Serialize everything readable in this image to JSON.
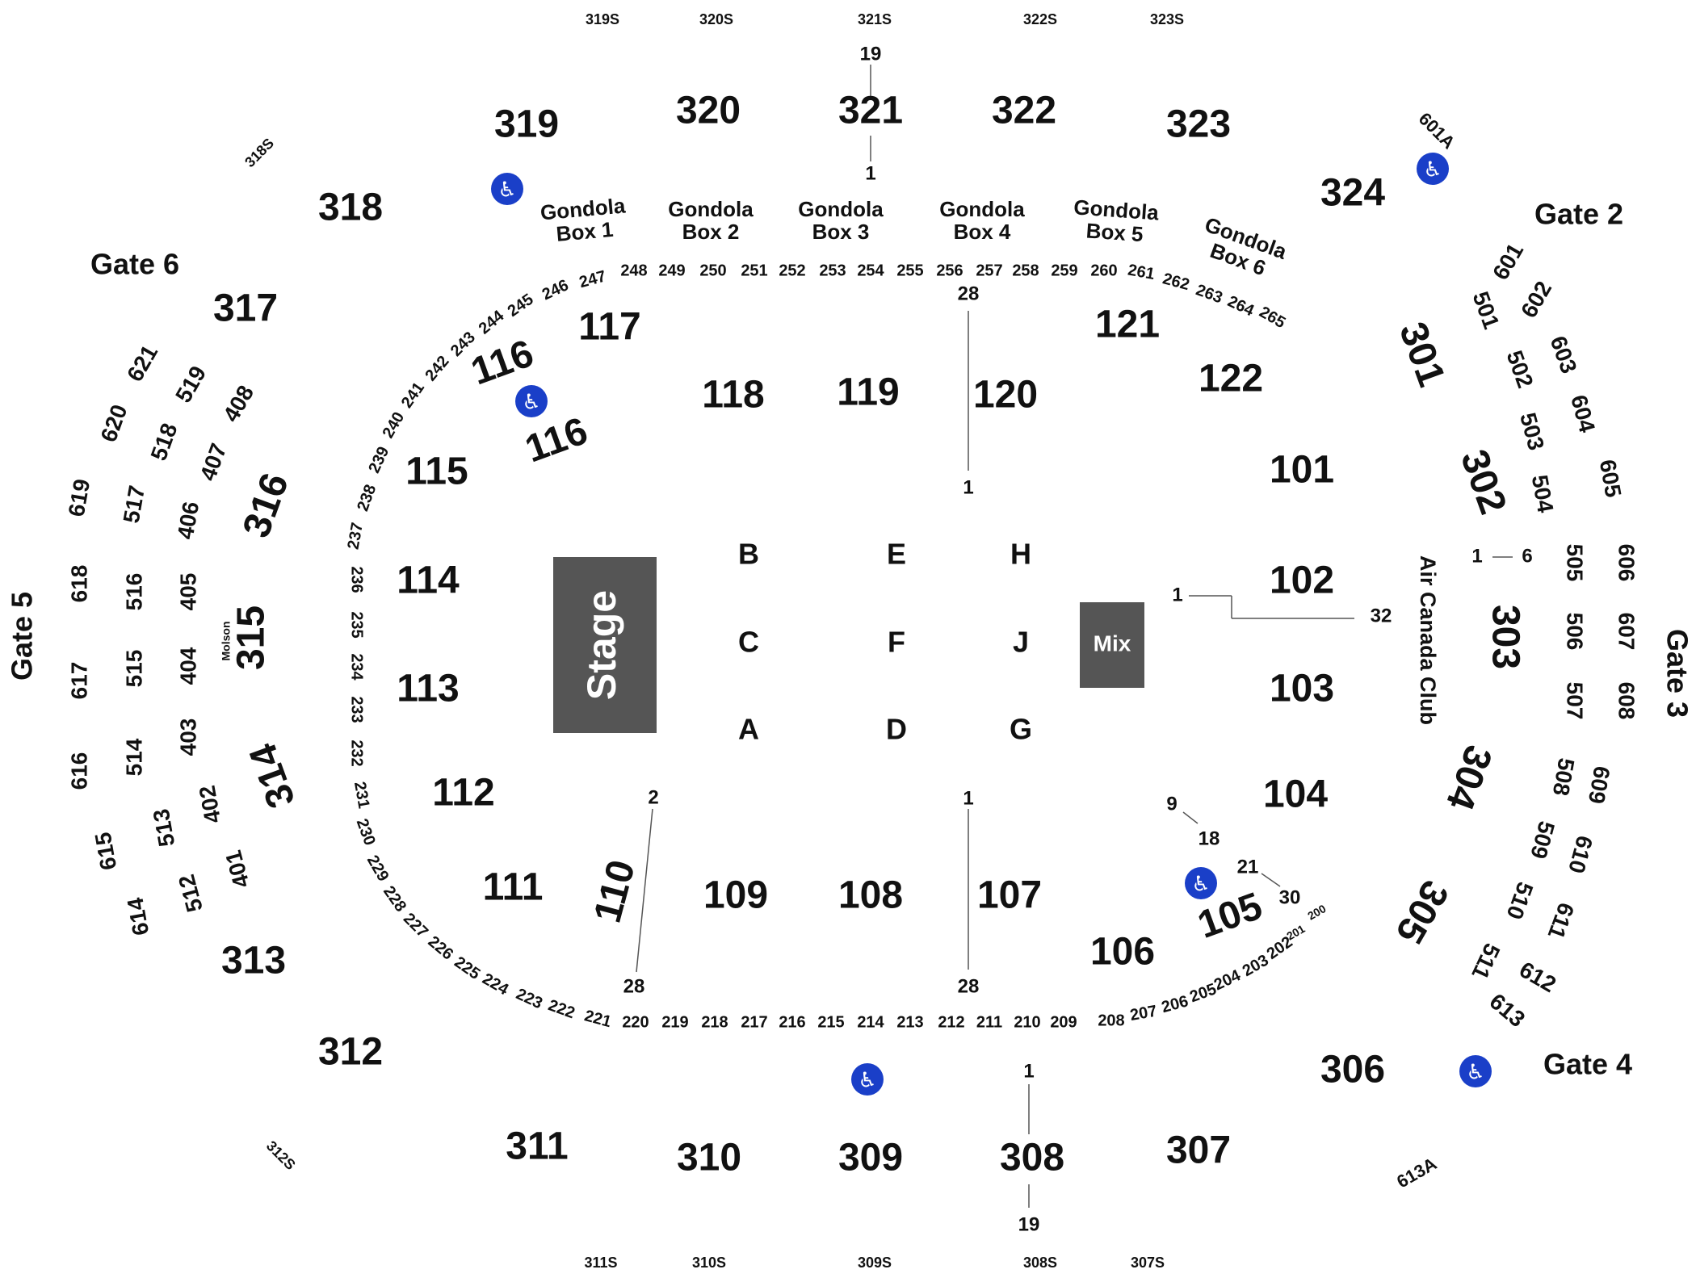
{
  "map": {
    "stage_label": "Stage",
    "mix_label": "Mix",
    "colors": {
      "block": "#555555",
      "accessible": "#1a3fc8",
      "text": "#111111",
      "background": "#ffffff"
    },
    "gates": [
      "Gate 2",
      "Gate 3",
      "Gate 4",
      "Gate 5",
      "Gate 6"
    ],
    "clubs": [
      "Air Canada Club",
      "Molson"
    ],
    "floor_sections": [
      "A",
      "B",
      "C",
      "D",
      "E",
      "F",
      "G",
      "H",
      "J"
    ],
    "gondola_boxes": [
      [
        "Gondola",
        "Box 1"
      ],
      [
        "Gondola",
        "Box 2"
      ],
      [
        "Gondola",
        "Box 3"
      ],
      [
        "Gondola",
        "Box 4"
      ],
      [
        "Gondola",
        "Box 5"
      ],
      [
        "Gondola",
        "Box 6"
      ]
    ],
    "sections_100": [
      "101",
      "102",
      "103",
      "104",
      "105",
      "106",
      "107",
      "108",
      "109",
      "110",
      "111",
      "112",
      "113",
      "114",
      "115",
      "116",
      "116",
      "117",
      "118",
      "119",
      "120",
      "121",
      "122"
    ],
    "sections_200": [
      "200",
      "201",
      "202",
      "203",
      "204",
      "205",
      "206",
      "207",
      "208",
      "209",
      "210",
      "211",
      "212",
      "213",
      "214",
      "215",
      "216",
      "217",
      "218",
      "219",
      "220",
      "221",
      "222",
      "223",
      "224",
      "225",
      "226",
      "227",
      "228",
      "229",
      "230",
      "231",
      "232",
      "233",
      "234",
      "235",
      "236",
      "237",
      "238",
      "239",
      "240",
      "241",
      "242",
      "243",
      "244",
      "245",
      "246",
      "247",
      "248",
      "249",
      "250",
      "251",
      "252",
      "253",
      "254",
      "255",
      "256",
      "257",
      "258",
      "259",
      "260",
      "261",
      "262",
      "263",
      "264",
      "265"
    ],
    "sections_300": [
      "301",
      "302",
      "303",
      "304",
      "305",
      "306",
      "307",
      "308",
      "309",
      "310",
      "311",
      "312",
      "313",
      "314",
      "315",
      "316",
      "317",
      "318",
      "319",
      "320",
      "321",
      "322",
      "323",
      "324"
    ],
    "standing_300": [
      "319S",
      "320S",
      "321S",
      "322S",
      "323S",
      "318S",
      "312S",
      "311S",
      "310S",
      "309S",
      "308S",
      "307S"
    ],
    "sections_400": [
      "401",
      "402",
      "403",
      "404",
      "405",
      "406",
      "407",
      "408"
    ],
    "sections_500": [
      "501",
      "502",
      "503",
      "504",
      "505",
      "506",
      "507",
      "508",
      "509",
      "510",
      "511",
      "512",
      "513",
      "514",
      "515",
      "516",
      "517",
      "518",
      "519"
    ],
    "sections_600": [
      "601",
      "601A",
      "602",
      "603",
      "604",
      "605",
      "606",
      "607",
      "608",
      "609",
      "610",
      "611",
      "612",
      "613",
      "613A",
      "614",
      "615",
      "616",
      "617",
      "618",
      "619",
      "620",
      "621"
    ],
    "row_markers": [
      "19",
      "1",
      "28",
      "1",
      "1",
      "32",
      "1",
      "6",
      "2",
      "28",
      "1",
      "28",
      "9",
      "18",
      "21",
      "30",
      "1",
      "19"
    ]
  }
}
